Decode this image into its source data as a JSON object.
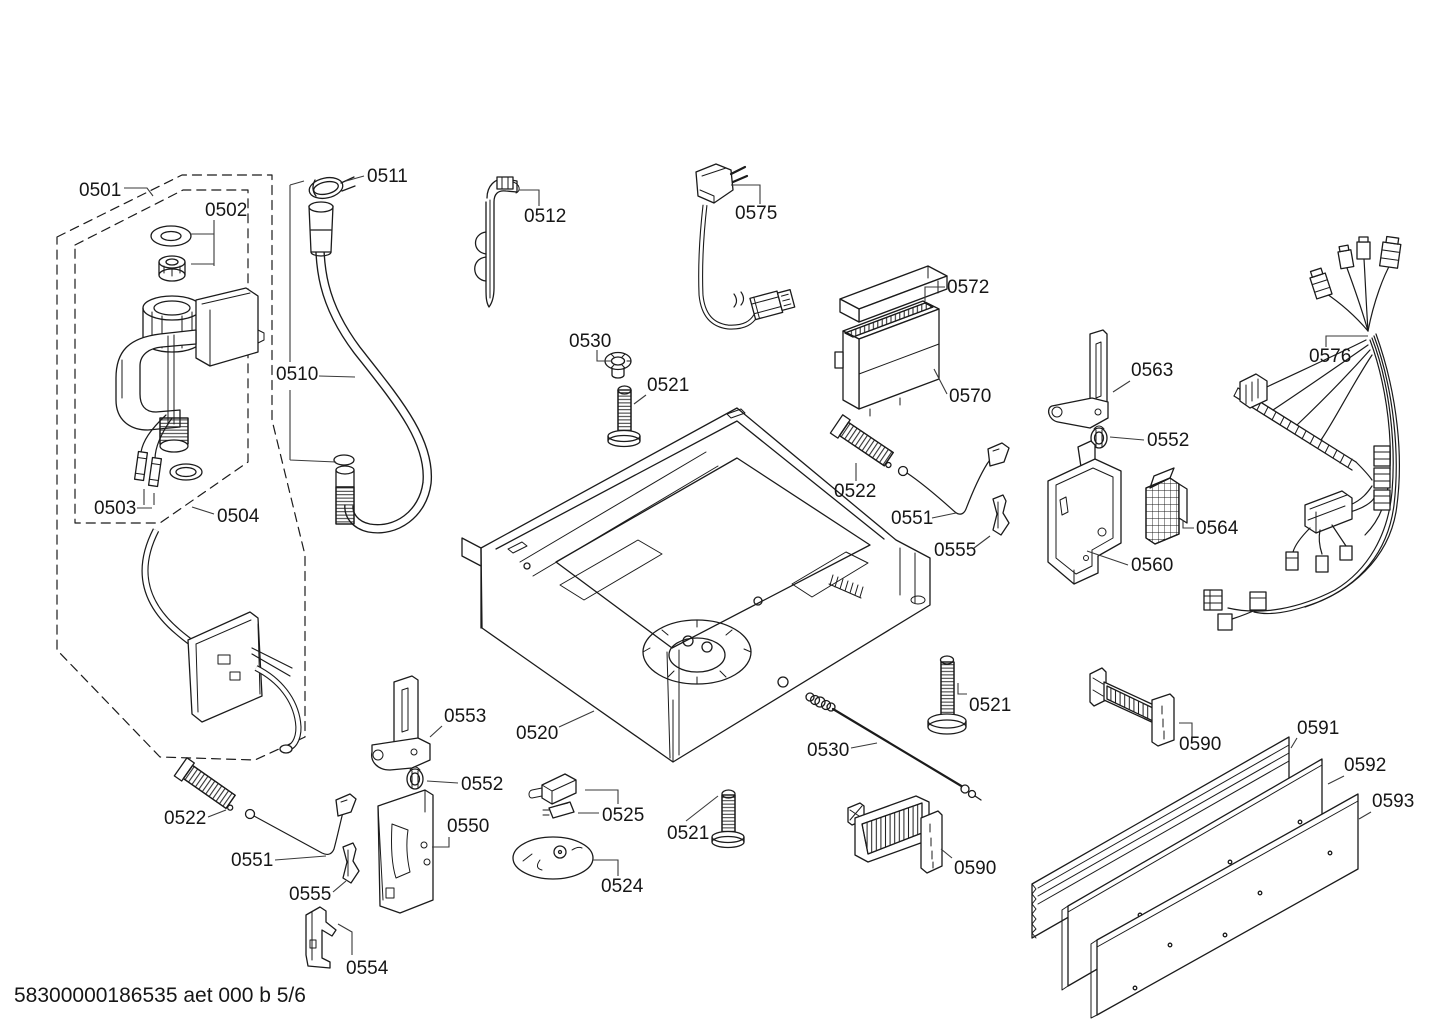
{
  "page": {
    "background": "#ffffff",
    "line_color": "#1b1b1b",
    "type": "exploded-parts-diagram"
  },
  "footer": {
    "text": "58300000186535 aet 000 b 5/6"
  },
  "labels": [
    {
      "text": "0501"
    },
    {
      "text": "0502"
    },
    {
      "text": "0511"
    },
    {
      "text": "0512"
    },
    {
      "text": "0575"
    },
    {
      "text": "0510"
    },
    {
      "text": "0530"
    },
    {
      "text": "0521"
    },
    {
      "text": "0503"
    },
    {
      "text": "0504"
    },
    {
      "text": "0572"
    },
    {
      "text": "0570"
    },
    {
      "text": "0563"
    },
    {
      "text": "0552"
    },
    {
      "text": "0522"
    },
    {
      "text": "0551"
    },
    {
      "text": "0555"
    },
    {
      "text": "0564"
    },
    {
      "text": "0560"
    },
    {
      "text": "0576"
    },
    {
      "text": "0520"
    },
    {
      "text": "0521"
    },
    {
      "text": "0530"
    },
    {
      "text": "0590"
    },
    {
      "text": "0590"
    },
    {
      "text": "0591"
    },
    {
      "text": "0592"
    },
    {
      "text": "0593"
    },
    {
      "text": "0553"
    },
    {
      "text": "0552"
    },
    {
      "text": "0550"
    },
    {
      "text": "0522"
    },
    {
      "text": "0551"
    },
    {
      "text": "0555"
    },
    {
      "text": "0554"
    },
    {
      "text": "0525"
    },
    {
      "text": "0521"
    },
    {
      "text": "0524"
    }
  ]
}
